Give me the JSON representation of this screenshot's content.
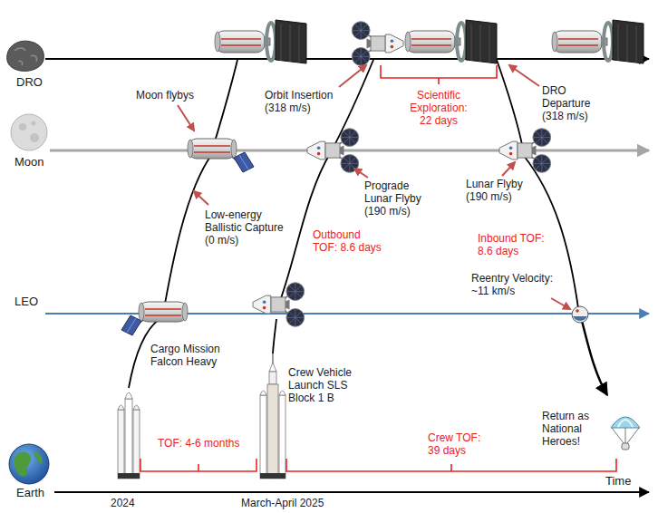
{
  "diagram": {
    "labels": [
      "DRO",
      "Moon flybys",
      "Orbit Insertion (318 m/s)",
      "Scientific Exploration: 22 days",
      "DRO Departure (318 m/s)",
      "Moon",
      "Prograde Lunar Flyby (190 m/s)",
      "Lunar Flyby (190 m/s)",
      "Low-energy Ballistic Capture (0 m/s)",
      "Outbound TOF: 8.6 days",
      "Inbound TOF: 8.6 days",
      "Reentry Velocity: ~11 km/s",
      "LEO",
      "Cargo Mission Falcon Heavy",
      "Crew Vehicle Launch SLS Block 1 B",
      "Return as National Heroes!",
      "TOF: 4-6 months",
      "Crew TOF: 39 days",
      "Earth",
      "2024",
      "March-April 2025",
      "Time"
    ]
  }
}
